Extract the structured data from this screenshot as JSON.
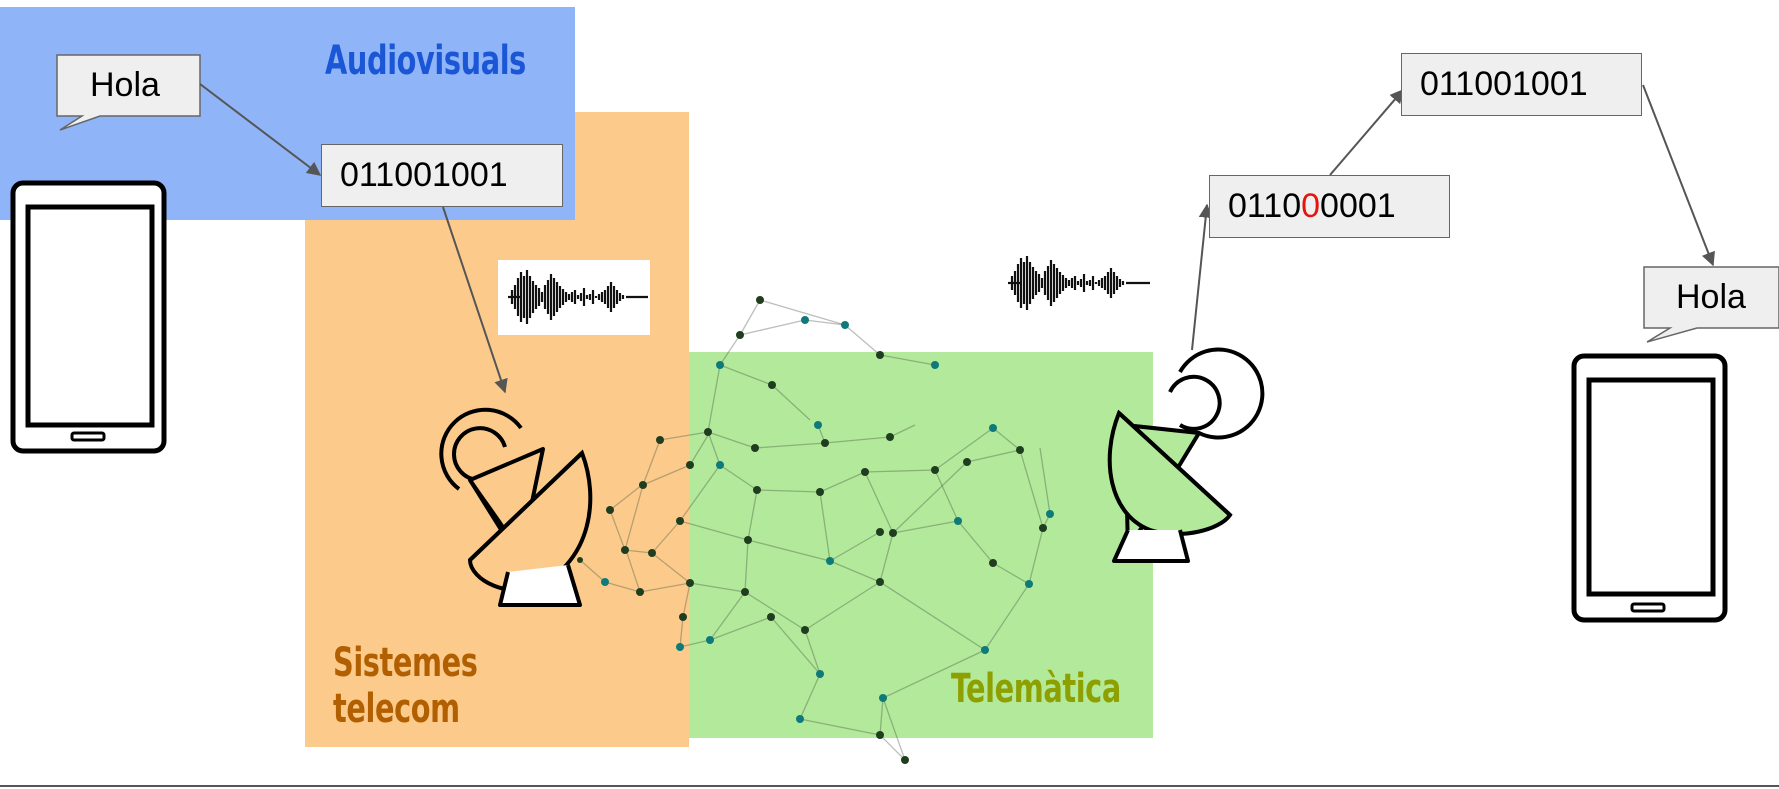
{
  "regions": {
    "audiovisuals": {
      "label": "Audiovisuals",
      "color": "#8fb4f7",
      "text_color": "#1a56d6"
    },
    "sistemes": {
      "label_line1": "Sistemes",
      "label_line2": "telecom",
      "color": "#fccb8c",
      "text_color": "#b15f00"
    },
    "telematica": {
      "label": "Telemàtica",
      "color": "#b3e99a",
      "text_color": "#8ea000"
    }
  },
  "sender": {
    "bubble": "Hola",
    "bits": "011001001"
  },
  "receiver": {
    "received_bits_prefix": "0110",
    "received_bits_error": "0",
    "received_bits_suffix": "0001",
    "corrected_bits": "011001001",
    "bubble": "Hola"
  },
  "colors": {
    "arrow": "#555555",
    "error_bit": "#e8130f",
    "box_fill": "#efefef"
  }
}
